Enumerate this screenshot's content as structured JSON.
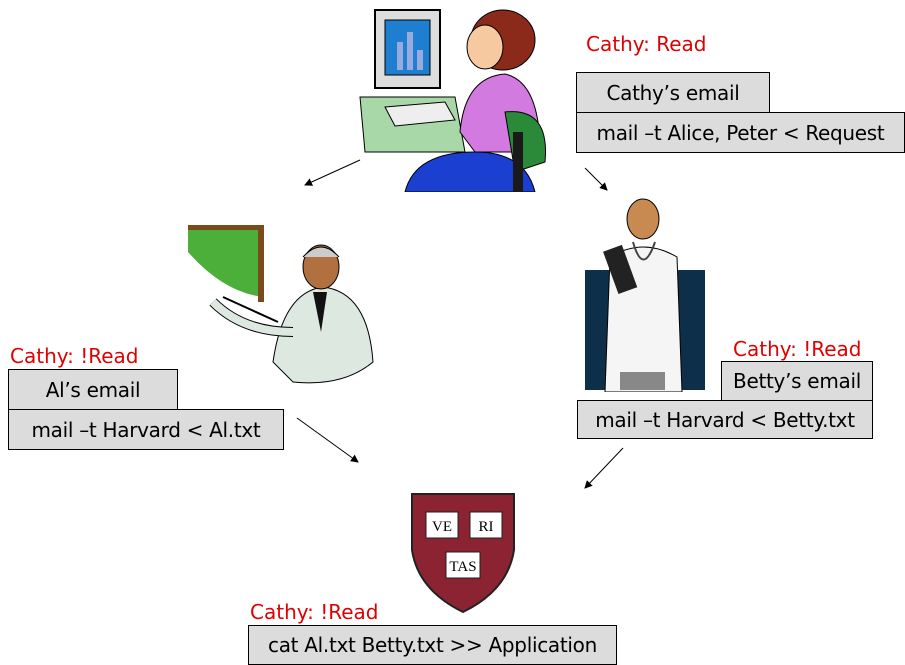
{
  "cathy": {
    "access": "Cathy: Read",
    "email_title": "Cathy’s email",
    "command": "mail –t Alice, Peter < Request"
  },
  "al": {
    "access": "Cathy: !Read",
    "email_title": "Al’s email",
    "command": "mail –t Harvard < Al.txt"
  },
  "betty": {
    "access": "Cathy: !Read",
    "email_title": "Betty’s email",
    "command": "mail –t Harvard < Betty.txt"
  },
  "harvard": {
    "access": "Cathy: !Read",
    "command": "cat Al.txt Betty.txt >> Application",
    "shield_text": [
      "VE",
      "RI",
      "TAS"
    ]
  },
  "colors": {
    "access_label": "#e00000",
    "box_fill": "#dcdcdc",
    "shield": "#8b2332"
  }
}
